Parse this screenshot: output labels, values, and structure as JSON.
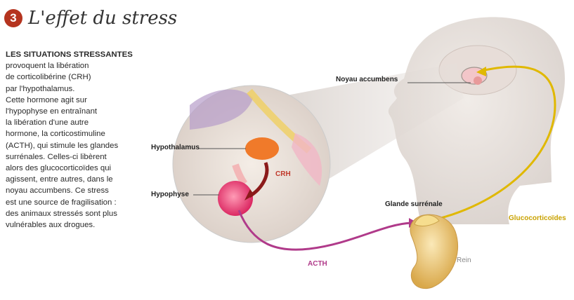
{
  "header": {
    "number": "3",
    "title": "L'effet du stress"
  },
  "text": {
    "heading": "LES SITUATIONS STRESSANTES",
    "lines": [
      "provoquent la libération",
      "de corticolibérine (CRH)",
      "par l'hypothalamus.",
      "Cette hormone agit sur",
      "l'hypophyse en entraînant",
      "la libération d'une autre",
      "hormone, la corticostimuline",
      "(ACTH), qui stimule les glandes",
      "surrénales. Celles-ci libèrent",
      "alors des glucocorticoïdes qui",
      "agissent, entre autres, dans le",
      "noyau accumbens. Ce stress",
      "est une source de fragilisation :",
      "des animaux stressés sont plus",
      "vulnérables aux drogues."
    ]
  },
  "labels": {
    "noyau": "Noyau accumbens",
    "hypothalamus": "Hypothalamus",
    "crh": "CRH",
    "hypophyse": "Hypophyse",
    "glande": "Glande surrénale",
    "gluco": "Glucocorticoïdes",
    "acth": "ACTH",
    "rein": "Rein"
  },
  "colors": {
    "badge": "#b5341f",
    "crh": "#c0392b",
    "acth": "#b03a8a",
    "gluco": "#e0b800",
    "head": "#e6e0dc"
  }
}
